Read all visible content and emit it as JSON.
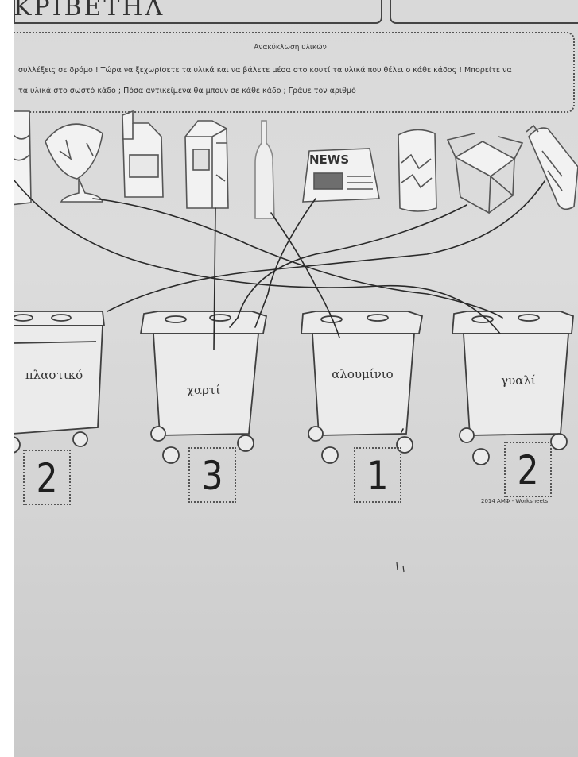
{
  "header": {
    "handwritten_title": "ΚΡΙΒΕΤΗΛ"
  },
  "worksheet": {
    "title": "Ανακύκλωση υλικών",
    "instruction_line_1": "συλλέξεις σε δρόμο ! Τώρα να ξεχωρίσετε τα υλικά και να βάλετε μέσα στο κουτί τα υλικά που θέλει ο κάθε κάδος ! Μπορείτε να",
    "instruction_line_2": "τα υλικά στο σωστό κάδο ; Πόσα αντικείμενα θα μπουν σε κάθε κάδο ; Γράψε τον αριθμό"
  },
  "items": {
    "newspaper_label": "NEWS"
  },
  "bins": [
    {
      "label": "πλαστικό",
      "answer": "2"
    },
    {
      "label": "χαρτί",
      "answer": "3"
    },
    {
      "label": "αλουμίνιο",
      "answer": "1"
    },
    {
      "label": "γυαλί",
      "answer": "2"
    }
  ],
  "footer": {
    "credit": "2014 ΑΜΦ - Worksheets"
  }
}
